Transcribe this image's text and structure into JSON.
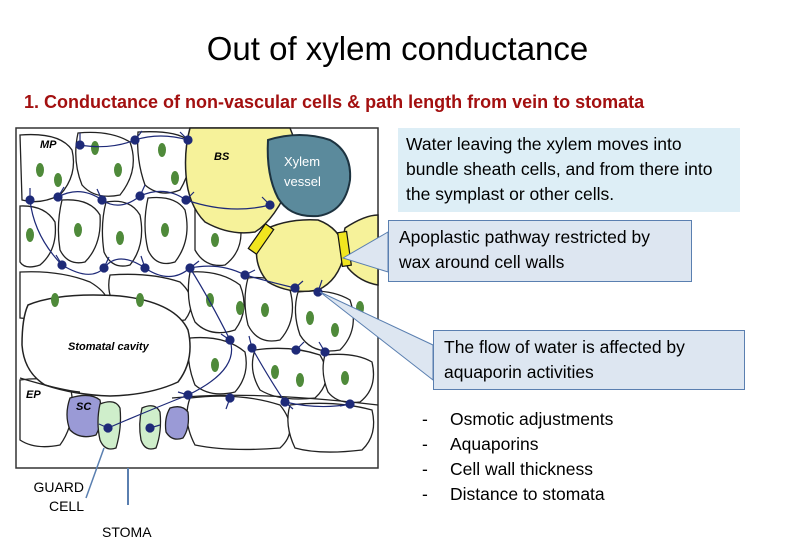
{
  "title": "Out of xylem conductance",
  "subtitle": "1. Conductance of non-vascular cells & path length from vein to stomata",
  "callouts": {
    "xylem_leaving": "Water leaving the xylem moves into bundle sheath cells, and from there into the symplast or other cells.",
    "apoplastic": "Apoplastic pathway restricted by wax around cell walls",
    "aquaporin": "The flow of water is affected by aquaporin activities"
  },
  "factors": [
    "Osmotic adjustments",
    "Aquaporins",
    "Cell wall thickness",
    "Distance to stomata"
  ],
  "figure_labels": {
    "mp": "MP",
    "bs": "BS",
    "xylem_vessel_1": "Xylem",
    "xylem_vessel_2": "vessel",
    "stomatal_cavity": "Stomatal cavity",
    "ep": "EP",
    "sc": "SC",
    "guard_cell_1": "GUARD",
    "guard_cell_2": "CELL",
    "stoma": "STOMA"
  },
  "colors": {
    "subtitle": "#a31010",
    "bundle_sheath": "#f6f29a",
    "xylem_vessel": "#5b8a9c",
    "chloroplast": "#4f8a3a",
    "aquaporin": "#1e2a78",
    "subsidiary_cell": "#9a9ad6",
    "guard_cell": "#cfeecb"
  }
}
